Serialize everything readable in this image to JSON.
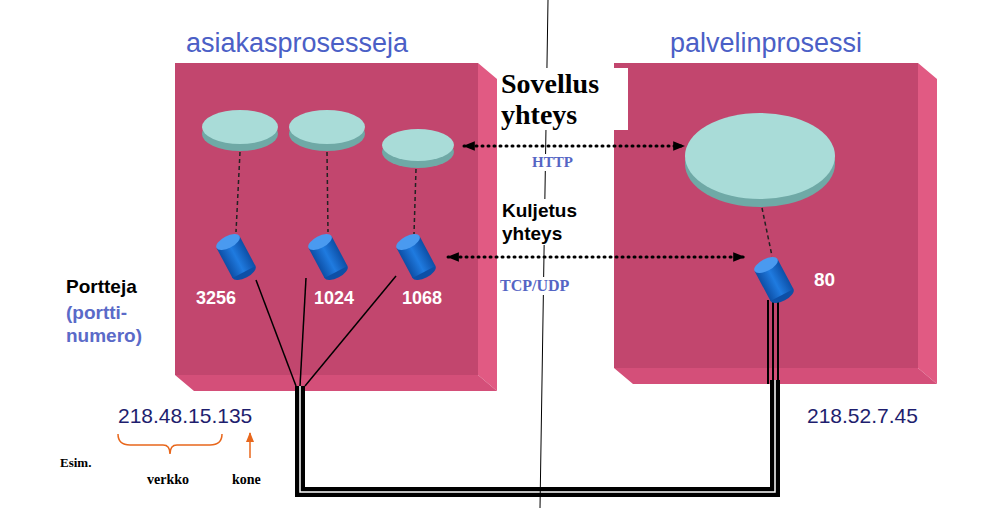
{
  "diagram": {
    "nodes": [
      {
        "text": [
          "asiakasprosesseja"
        ]
      },
      {
        "text": [
          "3256"
        ],
        "in": 0
      },
      {
        "text": [
          "1024"
        ],
        "in": 0
      },
      {
        "text": [
          "1068"
        ],
        "in": 0
      },
      {
        "text": [
          "palvelinprosessi"
        ]
      },
      {
        "text": [
          "80"
        ],
        "in": 4
      }
    ],
    "edges": [
      {
        "from": 3,
        "to": 5,
        "arrow": "both",
        "label": "TCP/UDP"
      }
    ],
    "labels": [
      "Sovellus yhteys",
      "HTTP",
      "Kuljetus yhteys",
      "Portteja",
      "(portti- numero)",
      "218.48.15.135",
      "Esim.",
      "verkko",
      "kone",
      "218.52.7.45"
    ]
  }
}
